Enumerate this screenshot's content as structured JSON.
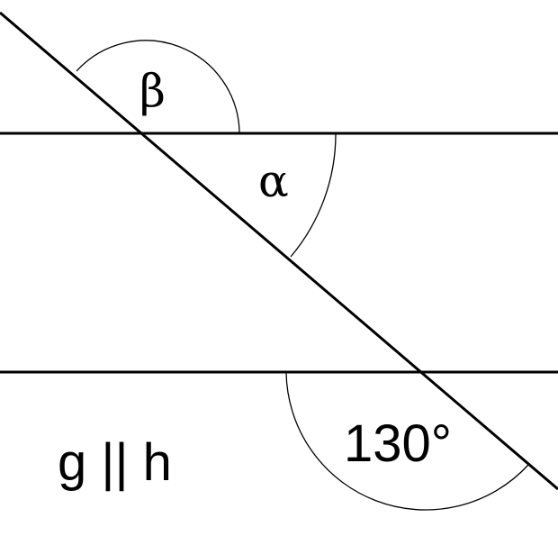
{
  "labels": {
    "beta": "β",
    "alpha": "α",
    "angle_value": "130°",
    "relation": "g || h"
  },
  "colors": {
    "stroke": "#000000",
    "background": "#ffffff"
  }
}
